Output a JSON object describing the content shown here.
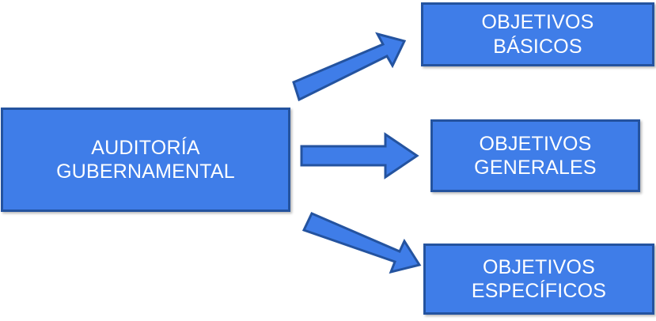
{
  "diagram": {
    "root": {
      "lines": [
        "AUDITORÍA",
        "GUBERNAMENTAL"
      ]
    },
    "children": [
      {
        "lines": [
          "OBJETIVOS",
          "BÁSICOS"
        ]
      },
      {
        "lines": [
          "OBJETIVOS",
          "GENERALES"
        ]
      },
      {
        "lines": [
          "OBJETIVOS",
          "ESPECÍFICOS"
        ]
      }
    ],
    "colors": {
      "fill": "#3f7de8",
      "border": "#24539f",
      "text": "#ffffff"
    }
  }
}
